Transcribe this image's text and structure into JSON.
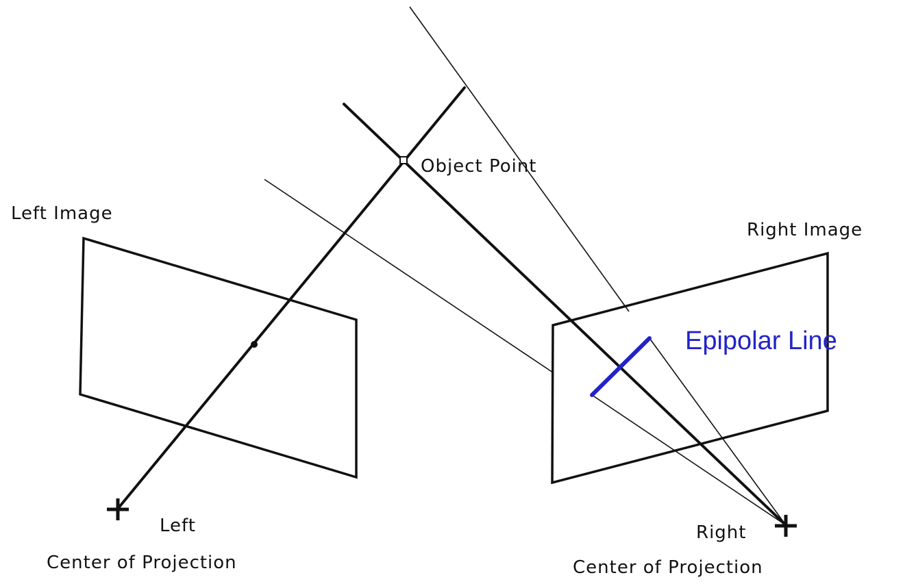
{
  "labels": {
    "object_point": "Object Point",
    "left_image": "Left Image",
    "right_image": "Right Image",
    "left_cop_line1": "Left",
    "left_cop_line2": "Center of Projection",
    "right_cop_line1": "Right",
    "right_cop_line2": "Center of Projection",
    "epipolar_line": "Epipolar Line"
  },
  "colors": {
    "ink": "#111111",
    "epipolar": "#2323c8"
  }
}
